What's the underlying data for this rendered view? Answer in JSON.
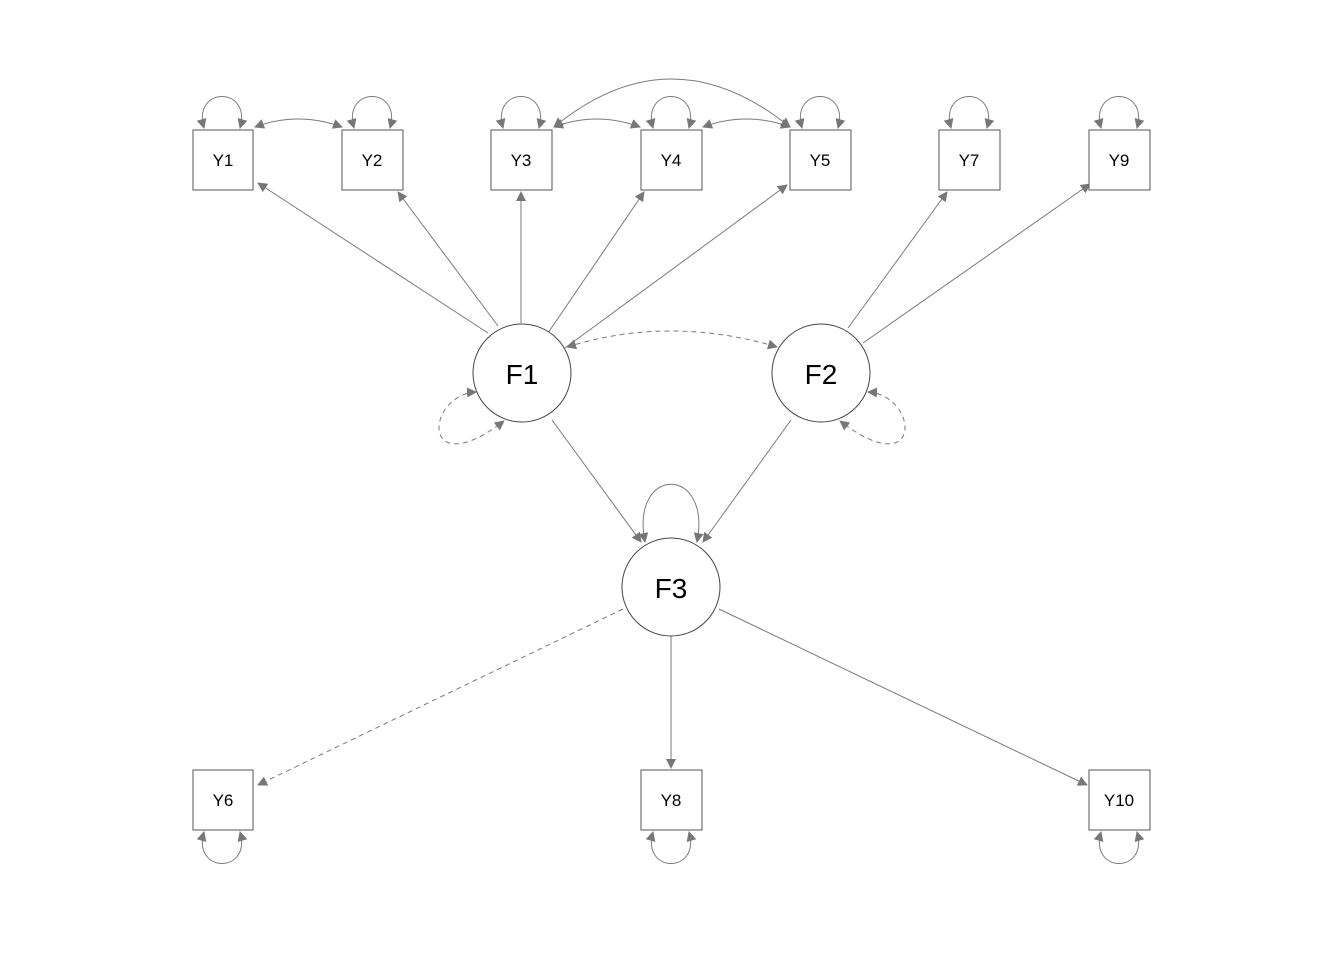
{
  "diagram": {
    "type": "path-diagram",
    "colors": {
      "line": "#7a7a7a",
      "arrowhead": "#777777",
      "node_border": "#444444",
      "background": "#ffffff"
    },
    "indicators": [
      {
        "id": "Y1",
        "label": "Y1"
      },
      {
        "id": "Y2",
        "label": "Y2"
      },
      {
        "id": "Y3",
        "label": "Y3"
      },
      {
        "id": "Y4",
        "label": "Y4"
      },
      {
        "id": "Y5",
        "label": "Y5"
      },
      {
        "id": "Y7",
        "label": "Y7"
      },
      {
        "id": "Y9",
        "label": "Y9"
      },
      {
        "id": "Y6",
        "label": "Y6"
      },
      {
        "id": "Y8",
        "label": "Y8"
      },
      {
        "id": "Y10",
        "label": "Y10"
      }
    ],
    "latents": [
      {
        "id": "F1",
        "label": "F1"
      },
      {
        "id": "F2",
        "label": "F2"
      },
      {
        "id": "F3",
        "label": "F3"
      }
    ],
    "paths": [
      {
        "from": "F1",
        "to": "Y1",
        "style": "solid"
      },
      {
        "from": "F1",
        "to": "Y2",
        "style": "solid"
      },
      {
        "from": "F1",
        "to": "Y3",
        "style": "solid"
      },
      {
        "from": "F1",
        "to": "Y4",
        "style": "solid"
      },
      {
        "from": "F1",
        "to": "Y5",
        "style": "solid"
      },
      {
        "from": "F2",
        "to": "Y7",
        "style": "solid"
      },
      {
        "from": "F2",
        "to": "Y9",
        "style": "solid"
      },
      {
        "from": "F1",
        "to": "F3",
        "style": "solid"
      },
      {
        "from": "F2",
        "to": "F3",
        "style": "solid"
      },
      {
        "from": "F3",
        "to": "Y6",
        "style": "dashed"
      },
      {
        "from": "F3",
        "to": "Y8",
        "style": "solid"
      },
      {
        "from": "F3",
        "to": "Y10",
        "style": "solid"
      }
    ],
    "covariances": [
      {
        "between": [
          "Y1",
          "Y2"
        ],
        "style": "solid"
      },
      {
        "between": [
          "Y3",
          "Y4"
        ],
        "style": "solid"
      },
      {
        "between": [
          "Y4",
          "Y5"
        ],
        "style": "solid"
      },
      {
        "between": [
          "Y3",
          "Y5"
        ],
        "style": "solid"
      },
      {
        "between": [
          "F1",
          "F2"
        ],
        "style": "dashed"
      }
    ],
    "variances": [
      {
        "node": "Y1",
        "style": "solid"
      },
      {
        "node": "Y2",
        "style": "solid"
      },
      {
        "node": "Y3",
        "style": "solid"
      },
      {
        "node": "Y4",
        "style": "solid"
      },
      {
        "node": "Y5",
        "style": "solid"
      },
      {
        "node": "Y7",
        "style": "solid"
      },
      {
        "node": "Y9",
        "style": "solid"
      },
      {
        "node": "Y6",
        "style": "solid"
      },
      {
        "node": "Y8",
        "style": "solid"
      },
      {
        "node": "Y10",
        "style": "solid"
      },
      {
        "node": "F1",
        "style": "dashed"
      },
      {
        "node": "F2",
        "style": "dashed"
      },
      {
        "node": "F3",
        "style": "solid"
      }
    ]
  }
}
